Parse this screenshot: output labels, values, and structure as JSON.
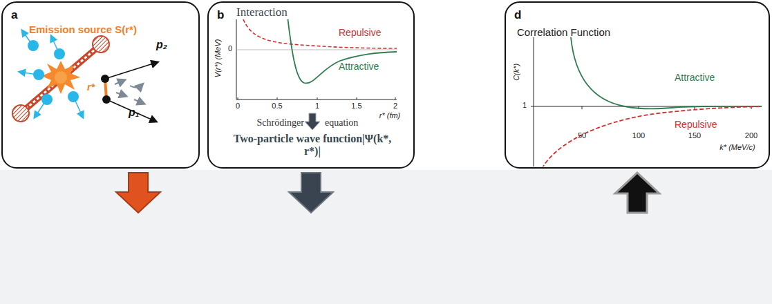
{
  "diagram": {
    "nodes": [
      {
        "text": [
          "a",
          "Emission source S(r*)",
          "r*",
          "p₂",
          "p₁"
        ]
      },
      {
        "text": [
          "b",
          "Interaction",
          "V(r*) (MeV)",
          "0",
          "Repulsive",
          "Attractive",
          "0",
          "0.5",
          "1",
          "1.5",
          "2",
          "r* (fm)",
          "Schrödinger",
          "equation",
          "Two-particle wave function|Ψ(k*, r*)|"
        ]
      },
      {
        "text": [
          "d",
          "Correlation Function",
          "C(k*)",
          "1",
          "Attractive",
          "Repulsive",
          "50",
          "100",
          "150",
          "200",
          "k* (MeV/c)"
        ]
      }
    ]
  }
}
